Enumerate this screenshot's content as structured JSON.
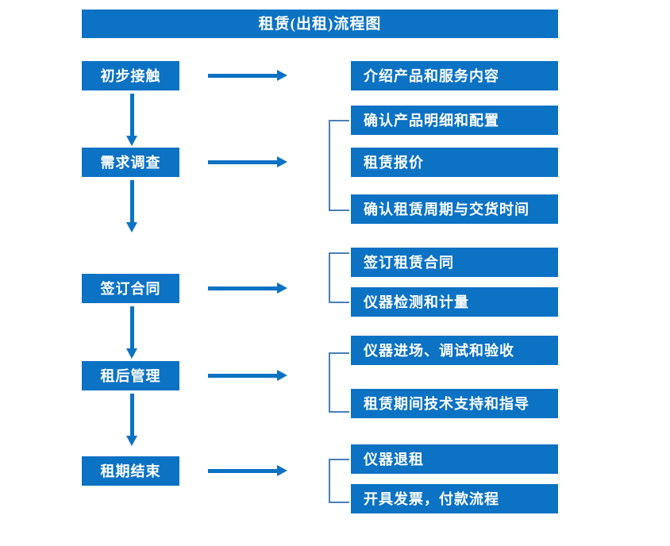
{
  "chart_data": {
    "type": "diagram",
    "title": "租赁(出租)流程图",
    "orientation": "vertical-left-stages-with-right-details",
    "stages": [
      {
        "label": "初步接触",
        "details": [
          "介绍产品和服务内容"
        ],
        "bracketed": false
      },
      {
        "label": "需求调查",
        "details": [
          "确认产品明细和配置",
          "租赁报价",
          "确认租赁周期与交货时间"
        ],
        "bracketed": true
      },
      {
        "label": "签订合同",
        "details": [
          "签订租赁合同",
          "仪器检测和计量"
        ],
        "bracketed": true
      },
      {
        "label": "租后管理",
        "details": [
          "仪器进场、调试和验收",
          "租赁期间技术支持和指导"
        ],
        "bracketed": true
      },
      {
        "label": "租期结束",
        "details": [
          "仪器退租",
          "开具发票，付款流程"
        ],
        "bracketed": true
      }
    ]
  },
  "header": {
    "title": "租赁(出租)流程图"
  },
  "stages": [
    {
      "label": "初步接触"
    },
    {
      "label": "需求调查"
    },
    {
      "label": "签订合同"
    },
    {
      "label": "租后管理"
    },
    {
      "label": "租期结束"
    }
  ],
  "details": [
    {
      "label": "介绍产品和服务内容"
    },
    {
      "label": "确认产品明细和配置"
    },
    {
      "label": "租赁报价"
    },
    {
      "label": "确认租赁周期与交货时间"
    },
    {
      "label": "签订租赁合同"
    },
    {
      "label": "仪器检测和计量"
    },
    {
      "label": "仪器进场、调试和验收"
    },
    {
      "label": "租赁期间技术支持和指导"
    },
    {
      "label": "仪器退租"
    },
    {
      "label": "开具发票，付款流程"
    }
  ],
  "colors": {
    "box_fill": "#0B72C4",
    "box_text": "#FFFFFF",
    "arrow": "#0B72C4",
    "bracket": "#4A7FB5",
    "background": "#FFFFFF"
  }
}
